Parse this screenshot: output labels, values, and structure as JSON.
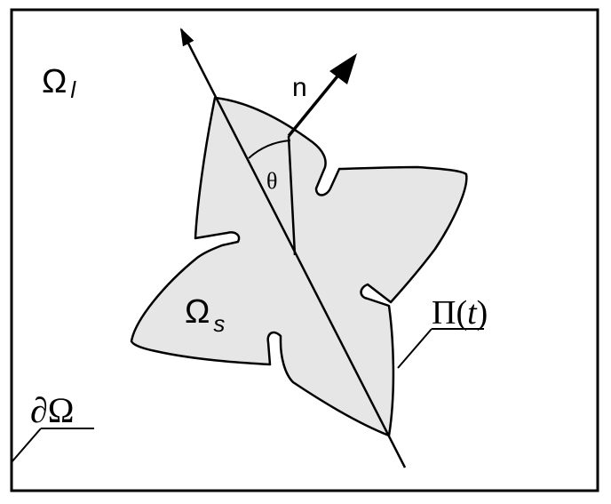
{
  "diagram": {
    "labels": {
      "omega_l_main": "Ω",
      "omega_l_sub": "l",
      "omega_s_main": "Ω",
      "omega_s_sub": "s",
      "normal": "n",
      "angle": "θ",
      "interface_main": "Π(",
      "interface_var": "t",
      "interface_close": ")",
      "boundary": "∂Ω"
    },
    "colors": {
      "crystal_fill": "#e6e6e6",
      "ink": "#000000",
      "background": "#ffffff"
    }
  }
}
